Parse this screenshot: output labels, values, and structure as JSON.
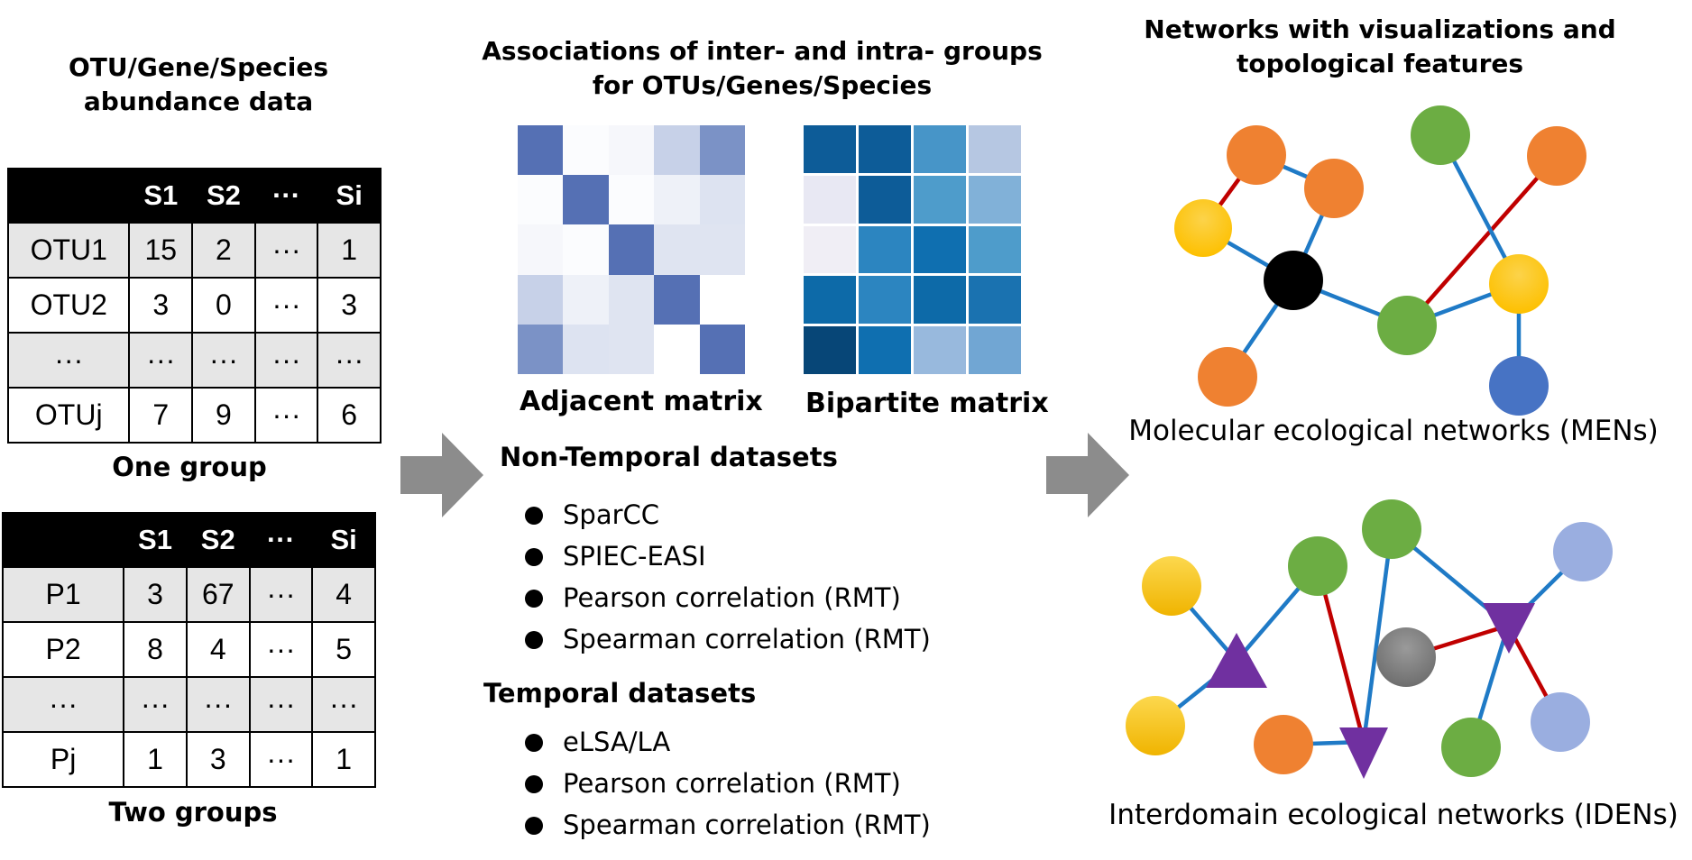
{
  "left": {
    "title_line1": "OTU/Gene/Species",
    "title_line2": "abundance data",
    "table1": {
      "headers": [
        "",
        "S1",
        "S2",
        "···",
        "Si"
      ],
      "rows": [
        [
          "OTU1",
          "15",
          "2",
          "···",
          "1"
        ],
        [
          "OTU2",
          "3",
          "0",
          "···",
          "3"
        ],
        [
          "···",
          "···",
          "···",
          "···",
          "···"
        ],
        [
          "OTUj",
          "7",
          "9",
          "···",
          "6"
        ]
      ],
      "caption": "One group"
    },
    "table2": {
      "headers": [
        "",
        "S1",
        "S2",
        "···",
        "Si"
      ],
      "rows": [
        [
          "P1",
          "3",
          "67",
          "···",
          "4"
        ],
        [
          "P2",
          "8",
          "4",
          "···",
          "5"
        ],
        [
          "···",
          "···",
          "···",
          "···",
          "···"
        ],
        [
          "Pj",
          "1",
          "3",
          "···",
          "1"
        ]
      ],
      "caption": "Two groups"
    }
  },
  "middle": {
    "title_line1": "Associations of inter- and intra- groups",
    "title_line2": "for OTUs/Genes/Species",
    "adjacent_matrix": {
      "label": "Adjacent matrix",
      "cells": [
        [
          "#5570b4",
          "#fbfcfe",
          "#f6f7fb",
          "#c7d1e8",
          "#7b92c6"
        ],
        [
          "#fbfcfe",
          "#5570b4",
          "#fbfcfe",
          "#eef1f8",
          "#dde3f1"
        ],
        [
          "#f6f7fb",
          "#fbfcfe",
          "#5570b4",
          "#dfe4f1",
          "#dfe4f1"
        ],
        [
          "#c7d1e8",
          "#eef1f8",
          "#dfe4f1",
          "#5570b4",
          "#ffffff"
        ],
        [
          "#7b92c6",
          "#dde3f1",
          "#dfe4f1",
          "#ffffff",
          "#5570b4"
        ]
      ]
    },
    "bipartite_matrix": {
      "label": "Bipartite matrix",
      "cells": [
        [
          "#0d5c98",
          "#0d5c98",
          "#4795c8",
          "#b6c7e2"
        ],
        [
          "#e8e8f3",
          "#0d5c98",
          "#4e9ccb",
          "#81b1d8"
        ],
        [
          "#f0eef5",
          "#2c85c0",
          "#0f6fb0",
          "#4e9ccb"
        ],
        [
          "#0d6aa8",
          "#2c85c0",
          "#0d6aa8",
          "#1a72b0"
        ],
        [
          "#074677",
          "#0f6fb0",
          "#98b9dd",
          "#71a6d3"
        ]
      ]
    },
    "nontemporal": {
      "heading": "Non-Temporal datasets",
      "items": [
        "SparCC",
        "SPIEC-EASI",
        "Pearson correlation (RMT)",
        "Spearman correlation (RMT)"
      ]
    },
    "temporal": {
      "heading": "Temporal datasets",
      "items": [
        "eLSA/LA",
        "Pearson correlation (RMT)",
        "Spearman correlation (RMT)"
      ]
    }
  },
  "right": {
    "title_line1": "Networks with visualizations and",
    "title_line2": "topological features",
    "men_label": "Molecular ecological networks (MENs)",
    "iden_label": "Interdomain ecological networks (IDENs)"
  },
  "colors": {
    "arrow": "#8c8c8c",
    "orange_node": "#ef8131",
    "yellow_node": "#fdc000",
    "green_node": "#6cad43",
    "blue_node": "#4773c4",
    "black_node": "#000000",
    "lavender_node": "#9aaee0",
    "gray_node": "#7f7f7f",
    "purple_triangle": "#7030a0",
    "blue_edge": "#1f7ac6",
    "red_edge": "#c00000"
  }
}
